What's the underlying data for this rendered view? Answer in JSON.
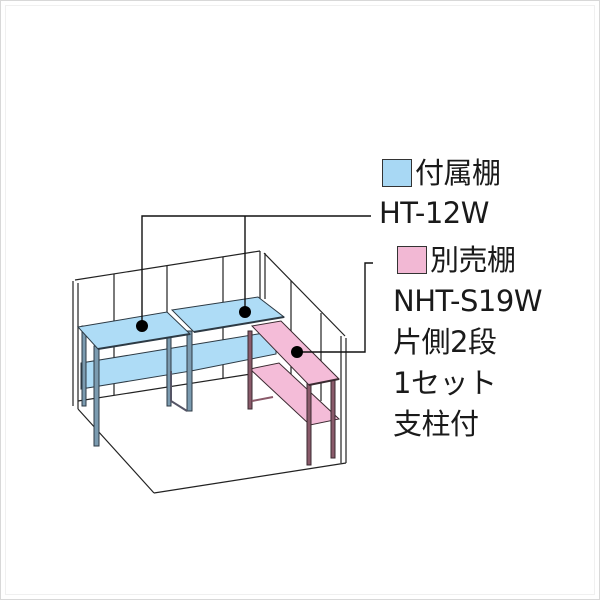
{
  "legend": {
    "included": {
      "swatch_color": "#a8d8f4",
      "label": "付属棚",
      "model": "HT-12W"
    },
    "optional": {
      "swatch_color": "#f2b8d4",
      "label": "別売棚",
      "model": "NHT-S19W",
      "details": [
        "片側2段",
        "1セット",
        "支柱付"
      ]
    }
  },
  "colors": {
    "shelf_blue": "#aedcf6",
    "shelf_pink": "#f4bcd8",
    "frame_blue": "#7b9bb0",
    "frame_pink": "#8a5a6a",
    "line": "#222222"
  }
}
